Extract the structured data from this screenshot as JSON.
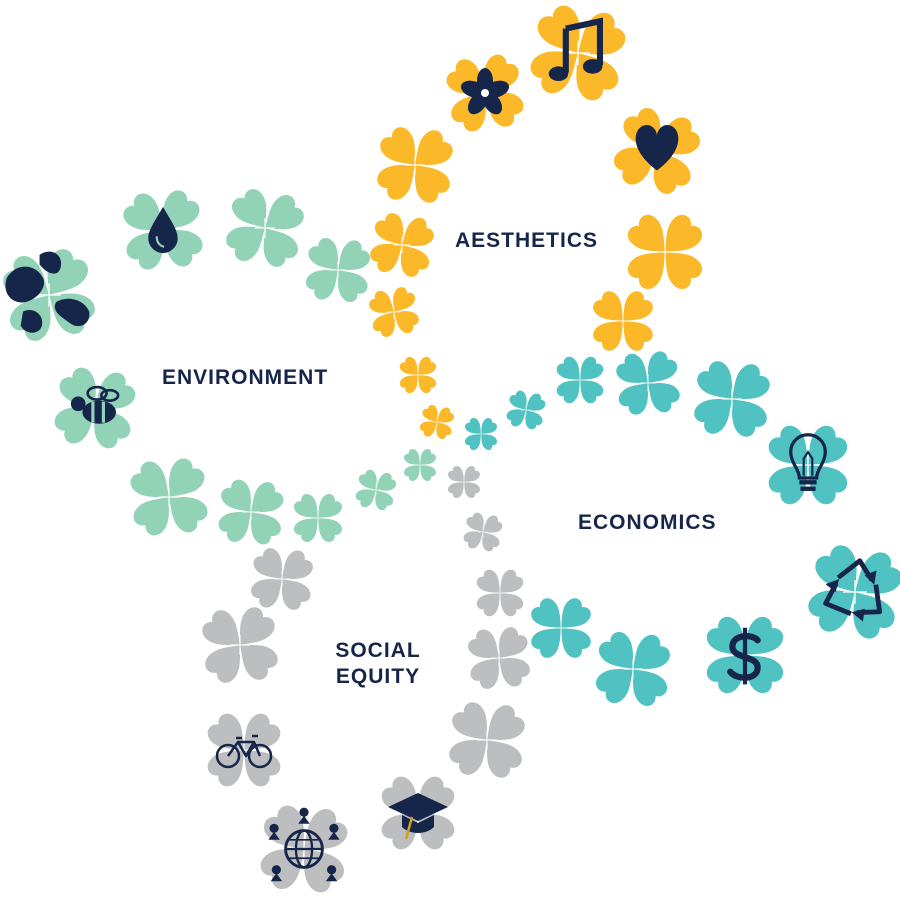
{
  "colors": {
    "aesthetics": "#fbb829",
    "environment": "#92d3b8",
    "economics": "#4fc2c1",
    "social_equity": "#bdbec0",
    "label": "#16254a",
    "icon": "#16254a"
  },
  "labels": {
    "aesthetics": "AESTHETICS",
    "environment": "ENVIRONMENT",
    "economics": "ECONOMICS",
    "social_line1": "SOCIAL",
    "social_line2": "EQUITY"
  },
  "icons": {
    "aesthetics": [
      "flower-icon",
      "music-note-icon",
      "heart-icon"
    ],
    "environment": [
      "water-drop-icon",
      "globe-map-icon",
      "bee-icon"
    ],
    "economics": [
      "light-bulb-icon",
      "recycle-icon",
      "dollar-icon"
    ],
    "social_equity": [
      "bicycle-icon",
      "connected-people-globe-icon",
      "graduation-cap-icon"
    ]
  }
}
